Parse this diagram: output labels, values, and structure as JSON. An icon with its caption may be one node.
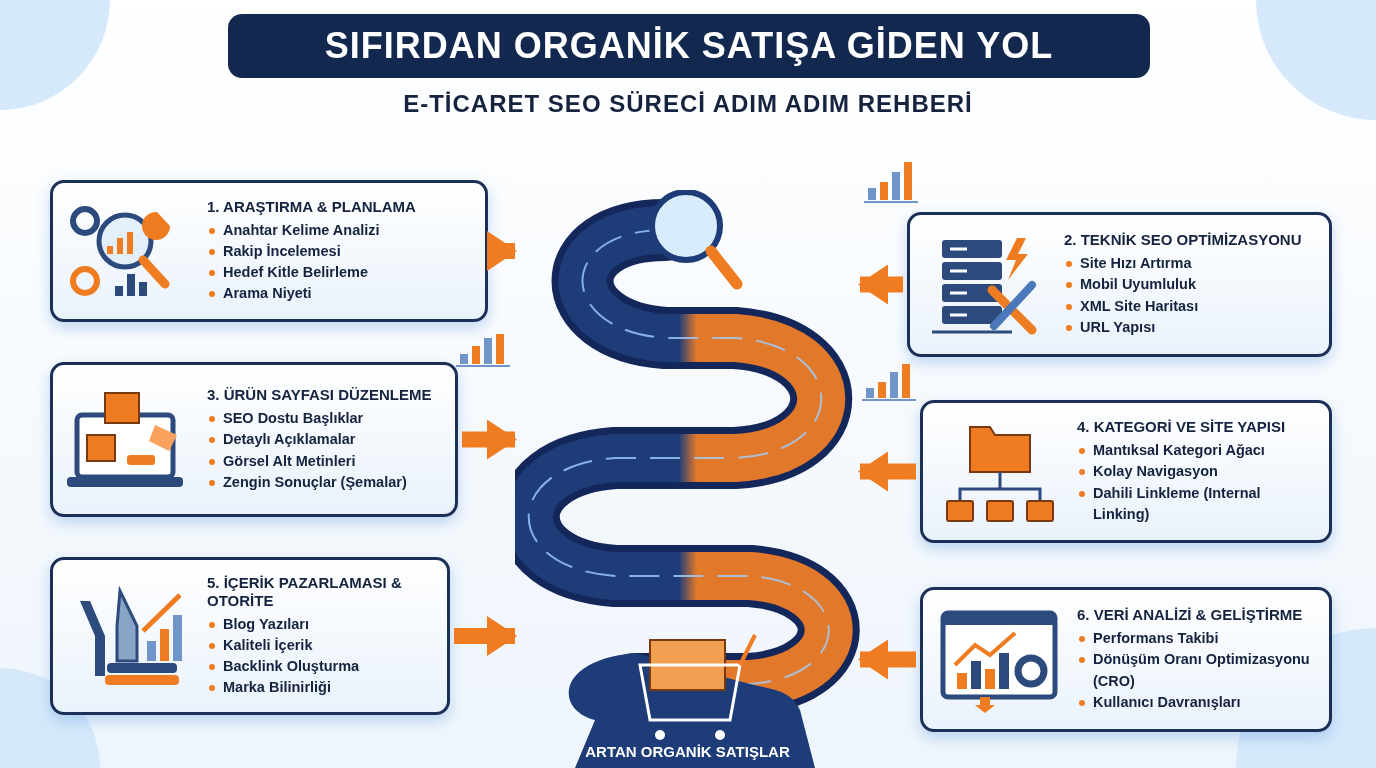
{
  "diagram": {
    "title": "SIFIRDAN ORGANİK SATIŞA GİDEN YOL",
    "caption": "E-TİCARET SEO SÜRECİ ADIM ADIM REHBERİ",
    "nodes": [
      {
        "text": [
          "1. ARAŞTIRMA & PLANLAMA",
          "Anahtar Kelime Analizi",
          "Rakip İncelemesi",
          "Hedef Kitle Belirleme",
          "Arama Niyeti"
        ]
      },
      {
        "text": [
          "2. TEKNİK SEO OPTİMİZASYONU",
          "Site Hızı Artırma",
          "Mobil Uyumluluk",
          "XML Site Haritası",
          "URL Yapısı"
        ]
      },
      {
        "text": [
          "3. ÜRÜN SAYFASI DÜZENLEME",
          "SEO Dostu Başlıklar",
          "Detaylı Açıklamalar",
          "Görsel Alt Metinleri",
          "Zengin Sonuçlar (Şemalar)"
        ]
      },
      {
        "text": [
          "4. KATEGORİ VE SİTE YAPISI",
          "Mantıksal Kategori Ağacı",
          "Kolay Navigasyon",
          "Dahili Linkleme (Internal Linking)"
        ]
      },
      {
        "text": [
          "5. İÇERİK PAZARLAMASI & OTORİTE",
          "Blog Yazıları",
          "Kaliteli İçerik",
          "Backlink Oluşturma",
          "Marka Bilinirliği"
        ]
      },
      {
        "text": [
          "6. VERİ ANALİZİ & GELİŞTİRME",
          "Performans Takibi",
          "Dönüşüm Oranı Optimizasyonu (CRO)",
          "Kullanıcı Davranışları"
        ]
      },
      {
        "text": [
          "ARTAN ORGANİK SATIŞLAR"
        ]
      }
    ],
    "edges": [
      {
        "from": 0,
        "to": 6,
        "arrow": "to"
      },
      {
        "from": 1,
        "to": 6,
        "arrow": "to"
      },
      {
        "from": 2,
        "to": 6,
        "arrow": "to"
      },
      {
        "from": 3,
        "to": 6,
        "arrow": "to"
      },
      {
        "from": 4,
        "to": 6,
        "arrow": "to"
      },
      {
        "from": 5,
        "to": 6,
        "arrow": "to"
      }
    ]
  }
}
